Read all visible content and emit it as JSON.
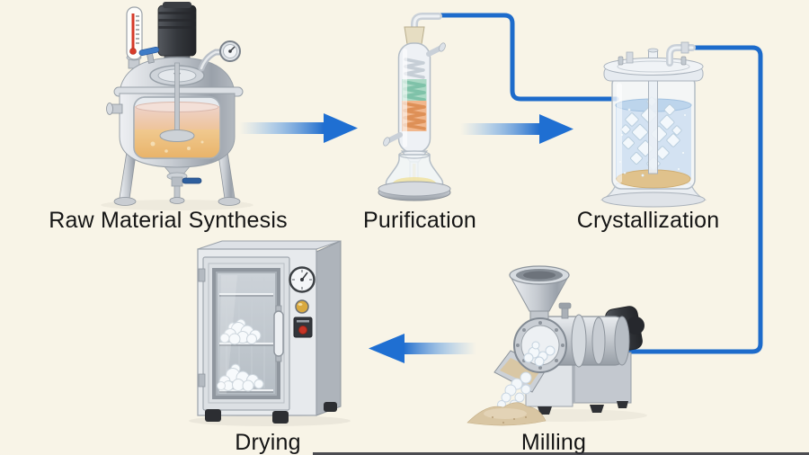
{
  "diagram": {
    "type": "process-flow",
    "background_color": "#f8f4e8",
    "arrow_color": "#1f6fd2",
    "pipe_color": "#1d6bcb",
    "label_color": "#151515",
    "stages": [
      {
        "id": "raw-material-synthesis",
        "label": "Raw Material Synthesis",
        "icon": "reactor-vessel-icon",
        "row": "top",
        "order": 1
      },
      {
        "id": "purification",
        "label": "Purification",
        "icon": "distillation-column-icon",
        "row": "top",
        "order": 2
      },
      {
        "id": "crystallization",
        "label": "Crystallization",
        "icon": "crystallizer-vessel-icon",
        "row": "top",
        "order": 3
      },
      {
        "id": "milling",
        "label": "Milling",
        "icon": "milling-machine-icon",
        "row": "bottom",
        "order": 4
      },
      {
        "id": "drying",
        "label": "Drying",
        "icon": "drying-oven-icon",
        "row": "bottom",
        "order": 5
      }
    ],
    "connections": [
      {
        "from": "Raw Material Synthesis",
        "to": "Purification",
        "style": "gradient-arrow-right"
      },
      {
        "from": "Purification",
        "to": "Crystallization",
        "style": "pipe-and-arrow-right"
      },
      {
        "from": "Crystallization",
        "to": "Milling",
        "style": "pipe-down"
      },
      {
        "from": "Milling",
        "to": "Drying",
        "style": "gradient-arrow-left"
      }
    ]
  }
}
